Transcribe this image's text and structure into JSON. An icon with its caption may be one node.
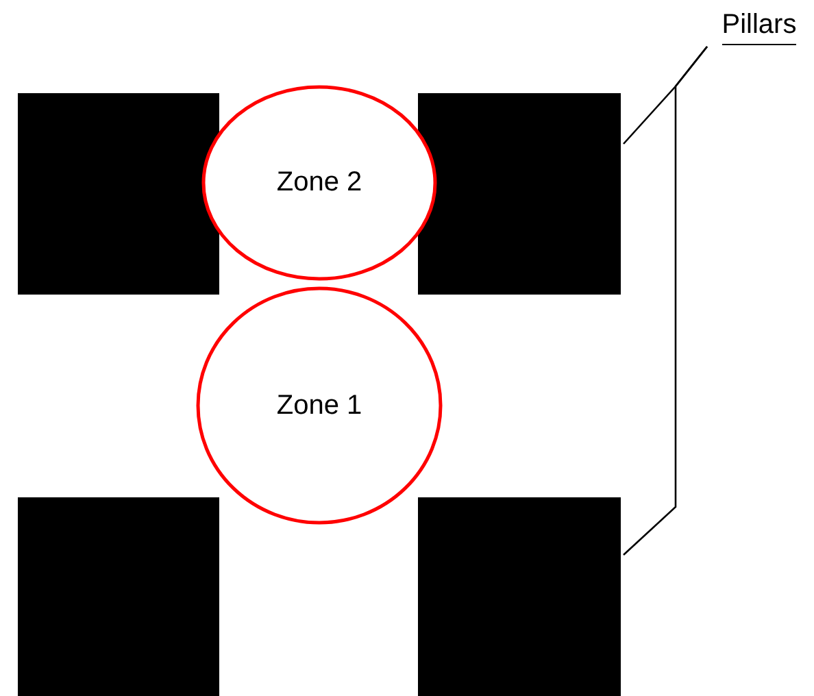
{
  "diagram": {
    "nodes": [
      {
        "text": [
          "Pillars"
        ]
      },
      {
        "text": [],
        "shape": "box"
      },
      {
        "text": [
          "Zone 2"
        ]
      },
      {
        "text": [],
        "shape": "box"
      },
      {
        "text": [
          "Zone 1"
        ]
      },
      {
        "text": [],
        "shape": "box"
      },
      {
        "text": [],
        "shape": "box"
      }
    ],
    "edges": [
      {
        "from": 0,
        "to": 3,
        "arrow": "none"
      },
      {
        "from": 0,
        "to": 6,
        "arrow": "none"
      }
    ]
  }
}
